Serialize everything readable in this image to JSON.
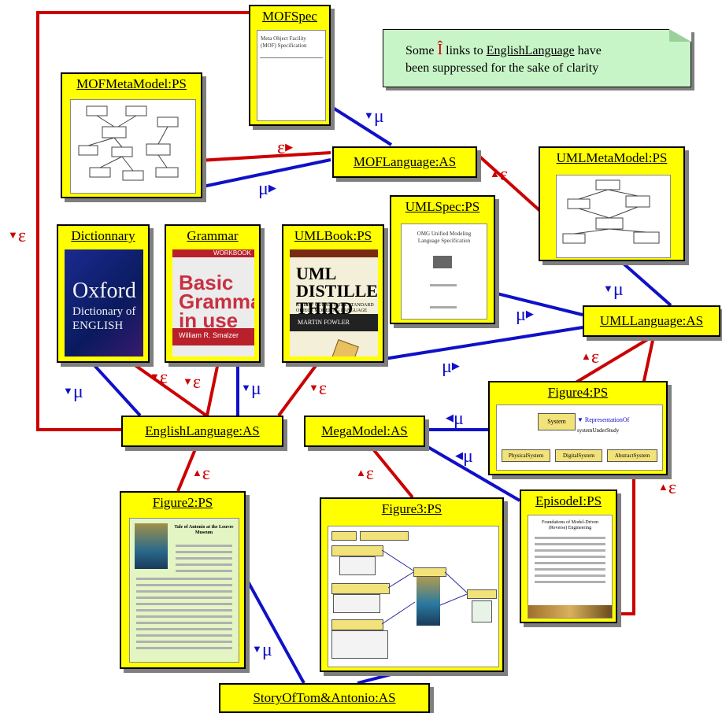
{
  "note": {
    "prefix": "Some",
    "symbol": "Î",
    "middle": "links to",
    "link": "EnglishLanguage",
    "suffix": "have",
    "line2": "been suppressed for the sake of clarity"
  },
  "nodes": {
    "mofspec": "MOFSpec",
    "mofmetamodel": "MOFMetaModel:PS",
    "moflanguage": "MOFLanguage:AS",
    "umlmetamodel": "UMLMetaModel:PS",
    "umlspec": "UMLSpec:PS",
    "dictionnary": "Dictionnary",
    "grammar": "Grammar",
    "umlbook": "UMLBook:PS",
    "umllanguage": "UMLLanguage:AS",
    "figure4": "Figure4:PS",
    "englishlanguage": "EnglishLanguage:AS",
    "megamodel": "MegaModel:AS",
    "episode": "EpisodeI:PS",
    "figure2": "Figure2:PS",
    "figure3": "Figure3:PS",
    "story": "StoryOfTom&Antonio:AS"
  },
  "symbols": {
    "mu": "μ",
    "epsilon": "ε"
  },
  "colors": {
    "node_fill": "#ffff00",
    "mu_line": "#1010c8",
    "epsilon_line": "#cc0000",
    "note_fill": "#c8f5c8"
  },
  "covers": {
    "mofspec_text": "Meta Object Facility (MOF) Specification",
    "oxford_big": "Oxford",
    "oxford_small": "Dictionary of ENGLISH",
    "grammar_top": "WORKBOOK",
    "grammar_big": "Basic Grammar in use",
    "grammar_author": "William R. Smalzer",
    "umlbook_title": "UML DISTILLED THIRD EDITION",
    "umlbook_sub": "A BRIEF GUIDE TO THE STANDARD OBJECT MODELING LANGUAGE",
    "umlbook_author": "MARTIN FOWLER",
    "umlspec_text": "OMG Unified Modeling Language Specification",
    "figure2_head": "Tale of Antonio at the Louvre Museum",
    "episode_head": "Foundations of Model-Driven (Reverse) Engineering",
    "figure4_box": "System",
    "figure4_rel": "RepresentationOf",
    "figure4_role": "systemUnderStudy",
    "figure4_subs": [
      "PhysicalSystem",
      "DigitalSystem",
      "AbstractSystem"
    ]
  }
}
